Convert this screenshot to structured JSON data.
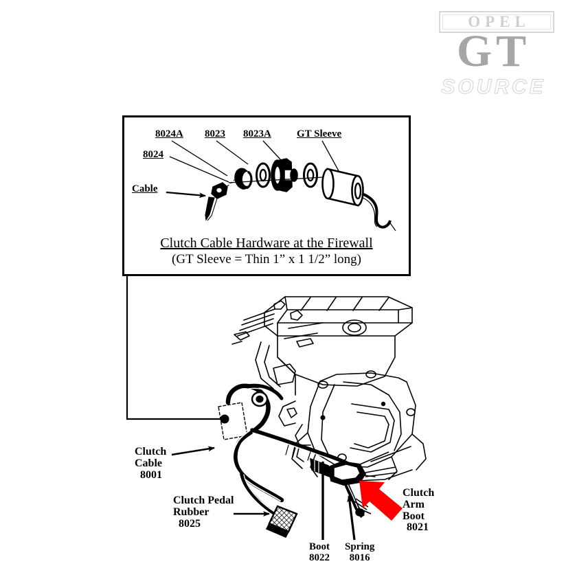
{
  "brand": {
    "opel": "OPEL",
    "gt": "GT",
    "source": "SOURCE",
    "logo_gray": "#a6a6a6",
    "logo_box_gray": "#d8d8d8",
    "source_outline_gray": "#d2d2d2"
  },
  "inset": {
    "caption_title": "Clutch Cable Hardware at the Firewall",
    "caption_sub": "(GT Sleeve = Thin 1” x 1 1/2” long)",
    "labels": [
      {
        "id": "8024A",
        "text": "8024A"
      },
      {
        "id": "8023",
        "text": "8023"
      },
      {
        "id": "8023A",
        "text": "8023A"
      },
      {
        "id": "GT Sleeve",
        "text": "GT Sleeve"
      },
      {
        "id": "8024",
        "text": "8024"
      },
      {
        "id": "Cable",
        "text": "Cable"
      }
    ]
  },
  "callouts": {
    "clutch_cable": {
      "line1": "Clutch",
      "line2": "Cable",
      "part": "8001"
    },
    "clutch_pedal_rubber": {
      "line1": "Clutch Pedal",
      "line2": "Rubber",
      "part": "8025"
    },
    "clutch_arm_boot": {
      "line1": "Clutch",
      "line2": "Arm",
      "line3": "Boot",
      "part": "8021"
    },
    "boot": {
      "line1": "Boot",
      "part": "8022"
    },
    "spring": {
      "line1": "Spring",
      "part": "8016"
    }
  },
  "colors": {
    "line": "#000000",
    "highlight_arrow": "#ff0000",
    "background": "#ffffff"
  }
}
